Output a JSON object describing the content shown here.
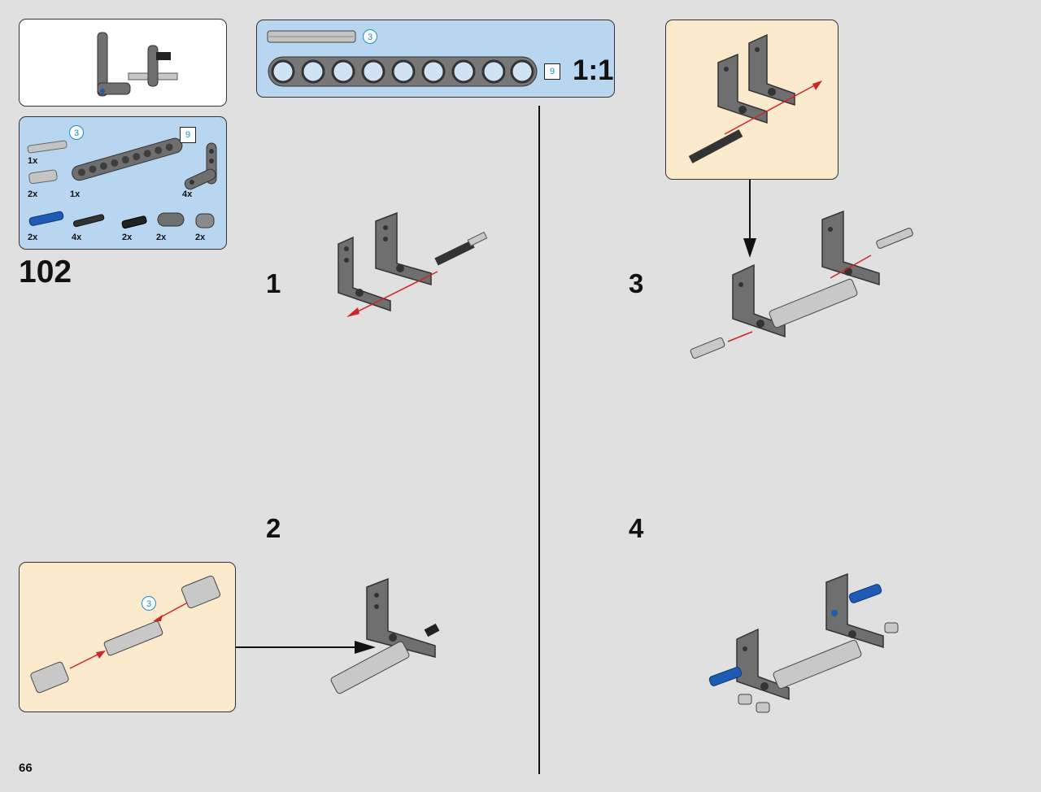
{
  "page": {
    "number": "66",
    "set_number": "102"
  },
  "parts_list": {
    "items": [
      {
        "qty": "1x",
        "name": "axle-3-gray",
        "size_label": "3"
      },
      {
        "qty": "2x",
        "name": "axle-connector-gray"
      },
      {
        "qty": "1x",
        "name": "beam-9",
        "size_label": "9"
      },
      {
        "qty": "4x",
        "name": "l-beam-dark-gray"
      },
      {
        "qty": "2x",
        "name": "pin-blue"
      },
      {
        "qty": "4x",
        "name": "axle-pin-black"
      },
      {
        "qty": "2x",
        "name": "pin-black"
      },
      {
        "qty": "2x",
        "name": "pin-connector-dark-gray"
      },
      {
        "qty": "2x",
        "name": "bush-gray"
      }
    ]
  },
  "scale_reference": {
    "axle_label": "3",
    "beam_label": "9",
    "ratio": "1:1"
  },
  "steps": [
    {
      "number": "1"
    },
    {
      "number": "2",
      "callout_label": "3"
    },
    {
      "number": "3"
    },
    {
      "number": "4"
    }
  ]
}
